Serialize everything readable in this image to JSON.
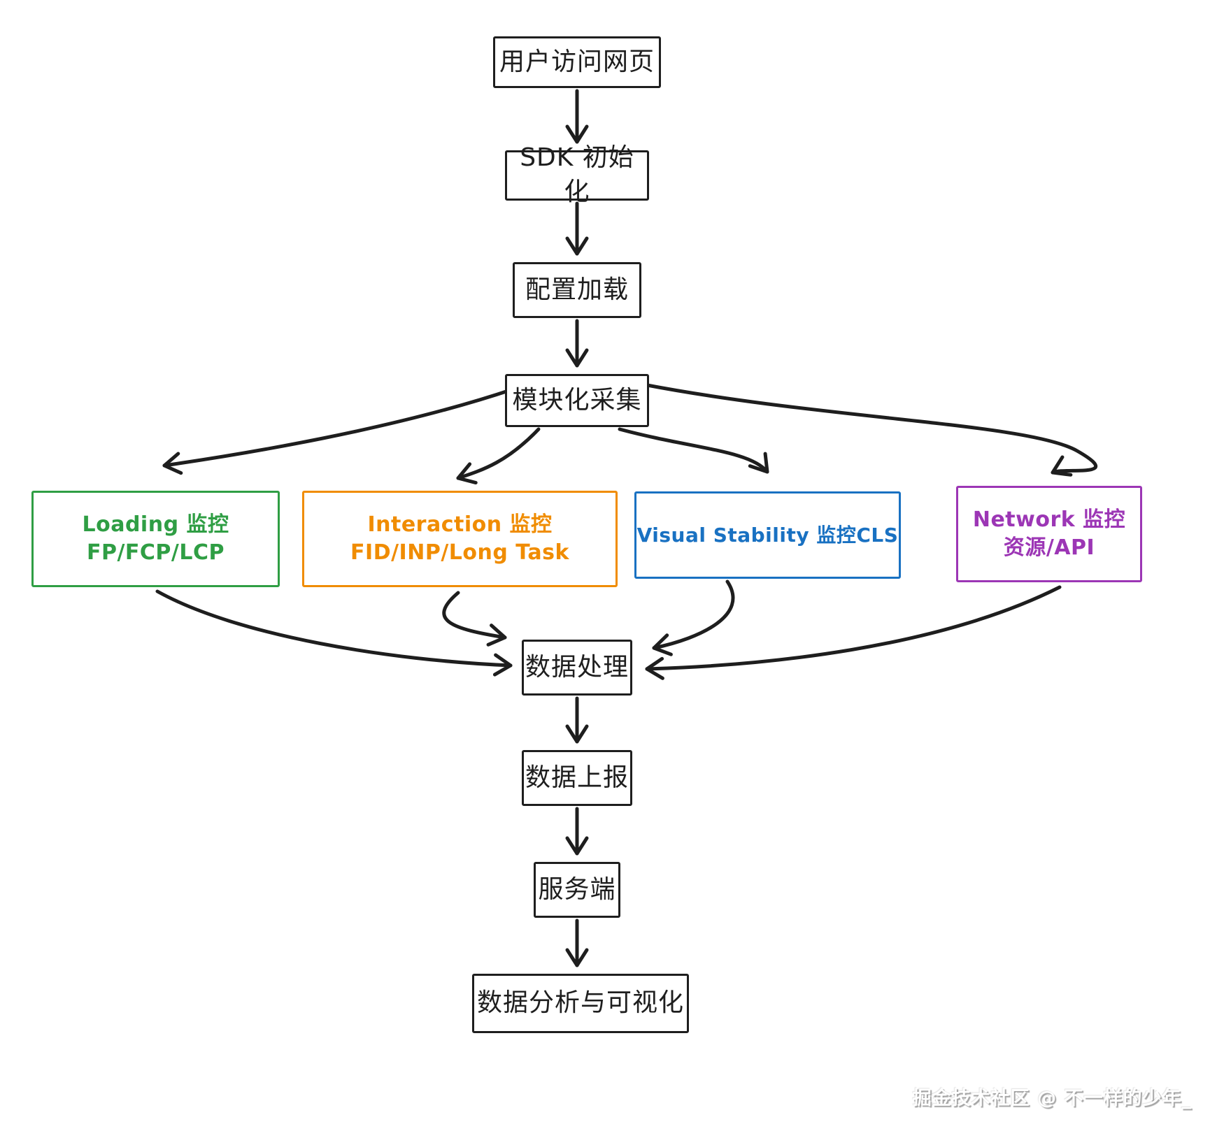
{
  "nodes": {
    "visit": {
      "label": "用户访问网页"
    },
    "sdk": {
      "label": "SDK 初始化"
    },
    "config": {
      "label": "配置加载"
    },
    "collect": {
      "label": "模块化采集"
    },
    "loading": {
      "line1": "Loading 监控",
      "line2": "FP/FCP/LCP",
      "color": "#2f9e44"
    },
    "interaction": {
      "line1": "Interaction 监控",
      "line2": "FID/INP/Long Task",
      "color": "#f08c00"
    },
    "visual": {
      "line1": "Visual Stability 监控CLS",
      "color": "#1971c2"
    },
    "network": {
      "line1": "Network 监控",
      "line2": "资源/API",
      "color": "#9c36b5"
    },
    "process": {
      "label": "数据处理"
    },
    "report": {
      "label": "数据上报"
    },
    "server": {
      "label": "服务端"
    },
    "analysis": {
      "label": "数据分析与可视化"
    }
  },
  "edges": [
    {
      "from": "用户访问网页",
      "to": "SDK 初始化"
    },
    {
      "from": "SDK 初始化",
      "to": "配置加载"
    },
    {
      "from": "配置加载",
      "to": "模块化采集"
    },
    {
      "from": "模块化采集",
      "to": "Loading 监控 FP/FCP/LCP"
    },
    {
      "from": "模块化采集",
      "to": "Interaction 监控 FID/INP/Long Task"
    },
    {
      "from": "模块化采集",
      "to": "Visual Stability 监控CLS"
    },
    {
      "from": "模块化采集",
      "to": "Network 监控 资源/API"
    },
    {
      "from": "Loading 监控 FP/FCP/LCP",
      "to": "数据处理"
    },
    {
      "from": "Interaction 监控 FID/INP/Long Task",
      "to": "数据处理"
    },
    {
      "from": "Visual Stability 监控CLS",
      "to": "数据处理"
    },
    {
      "from": "Network 监控 资源/API",
      "to": "数据处理"
    },
    {
      "from": "数据处理",
      "to": "数据上报"
    },
    {
      "from": "数据上报",
      "to": "服务端"
    },
    {
      "from": "服务端",
      "to": "数据分析与可视化"
    }
  ],
  "colors": {
    "stroke": "#1e1e1e",
    "green": "#2f9e44",
    "orange": "#f08c00",
    "blue": "#1971c2",
    "purple": "#9c36b5"
  },
  "watermark": "掘金技术社区 @ 不一样的少年_"
}
